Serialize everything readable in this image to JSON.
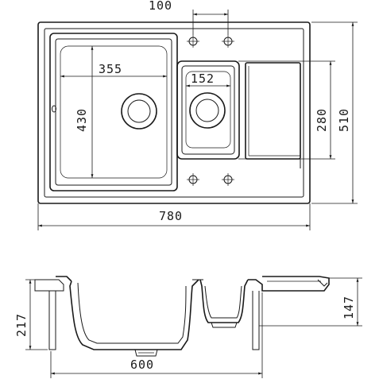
{
  "dimensions": {
    "top_hole_spacing": "100",
    "main_bowl_width": "355",
    "main_bowl_depth": "430",
    "small_bowl_width": "152",
    "small_bowl_depth": "280",
    "overall_depth": "510",
    "overall_width": "780",
    "section_height": "217",
    "section_drain_height": "147",
    "section_width": "600"
  }
}
